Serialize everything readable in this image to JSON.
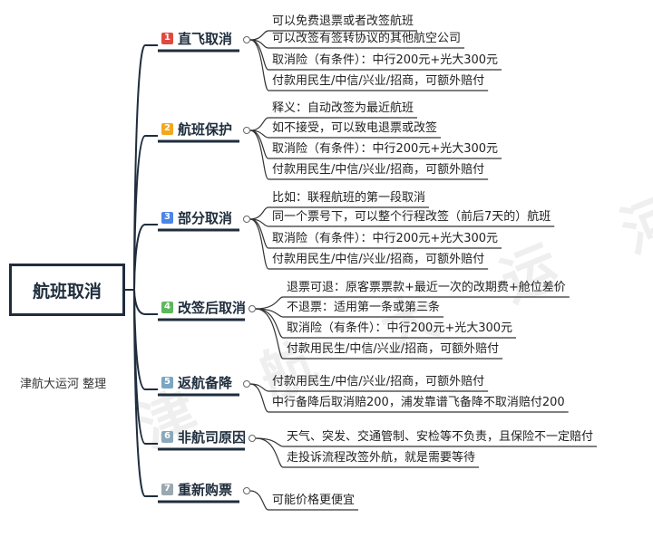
{
  "root": {
    "label": "航班取消"
  },
  "credit": "津航大运河 整理",
  "watermark": "津 航 大 运 河",
  "colors": {
    "line": "#1f2d3d",
    "badges": [
      "#e0493f",
      "#f2a81d",
      "#4a86e8",
      "#5cb85c",
      "#7aa6c2",
      "#8aa8b8",
      "#9aa8b0"
    ]
  },
  "branches": [
    {
      "num": "1",
      "label": "直飞取消",
      "leaves": [
        "可以免费退票或者改签航班",
        "可以改签有签转协议的其他航空公司",
        "取消险（有条件）：中行200元+光大300元",
        "付款用民生/中信/兴业/招商，可额外赔付"
      ]
    },
    {
      "num": "2",
      "label": "航班保护",
      "leaves": [
        "释义：自动改签为最近航班",
        "如不接受，可以致电退票或改签",
        "取消险（有条件）：中行200元+光大300元",
        "付款用民生/中信/兴业/招商，可额外赔付"
      ]
    },
    {
      "num": "3",
      "label": "部分取消",
      "leaves": [
        "比如：联程航班的第一段取消",
        "同一个票号下，可以整个行程改签（前后7天的）航班",
        "取消险（有条件）：中行200元+光大300元",
        "付款用民生/中信/兴业/招商，可额外赔付"
      ]
    },
    {
      "num": "4",
      "label": "改签后取消",
      "leaves": [
        "退票可退：原客票票款+最近一次的改期费+舱位差价",
        "不退票：适用第一条或第三条",
        "取消险（有条件）：中行200元+光大300元",
        "付款用民生/中信/兴业/招商，可额外赔付"
      ]
    },
    {
      "num": "5",
      "label": "返航备降",
      "leaves": [
        "付款用民生/中信/兴业/招商，可额外赔付",
        "中行备降后取消赔200，浦发靠谱飞备降不取消赔付200"
      ]
    },
    {
      "num": "6",
      "label": "非航司原因",
      "leaves": [
        "天气、突发、交通管制、安检等不负责，且保险不一定赔付",
        "走投诉流程改签外航，就是需要等待"
      ]
    },
    {
      "num": "7",
      "label": "重新购票",
      "leaves": [
        "可能价格更便宜"
      ]
    }
  ]
}
